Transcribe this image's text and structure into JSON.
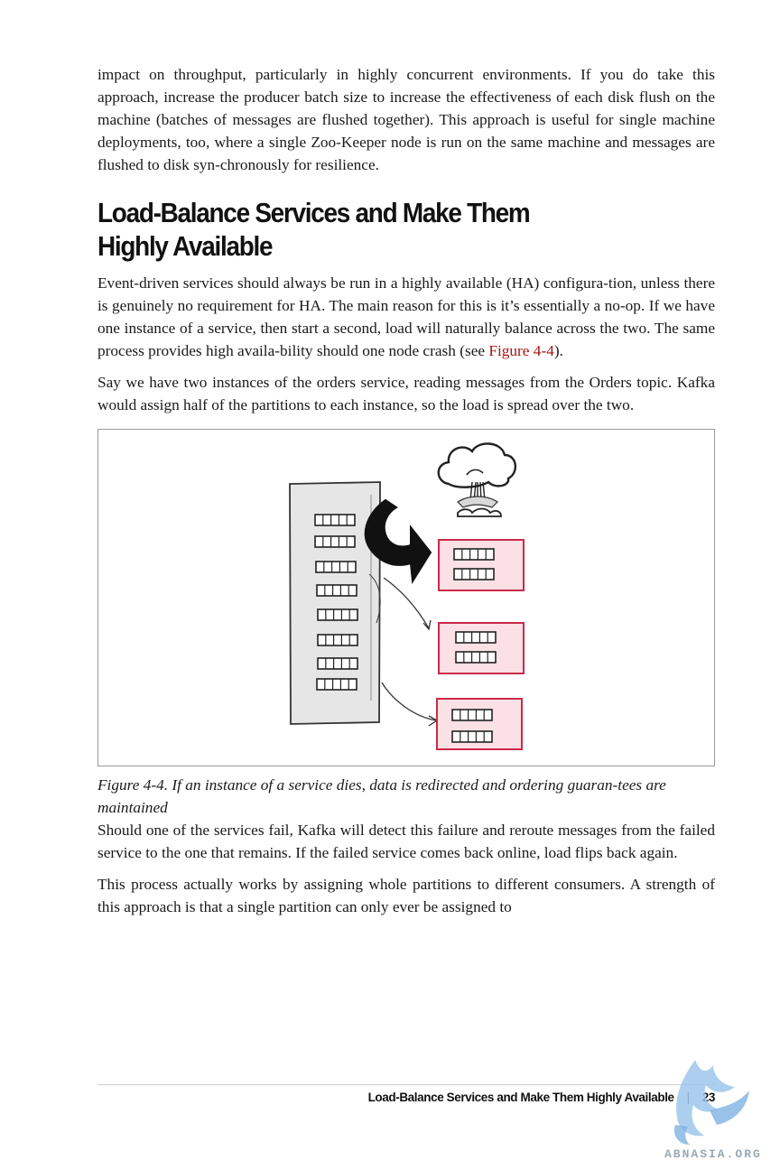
{
  "paragraphs": {
    "intro": "impact on throughput, particularly in highly concurrent environments. If you do take this approach, increase the producer batch size to increase the effectiveness of each disk flush on the machine (batches of messages are flushed together). This approach is useful for single machine deployments, too, where a single Zoo-Keeper node is run on the same machine and messages are flushed to disk syn-chronously for resilience.",
    "p1_text": "Event-driven services should always be run in a highly available (HA) configura-tion, unless there is genuinely no requirement for HA. The main reason for this is it’s essentially a no-op. If we have one instance of a service, then start a second, load will naturally balance across the two. The same process provides high availa-bility should one node crash (see ",
    "p1_link": "Figure 4-4",
    "p1_end": ").",
    "p2": "Say we have two instances of the orders service, reading messages from the Orders topic. Kafka would assign half of the partitions to each instance, so the load is spread over the two.",
    "p3": "Should one of the services fail, Kafka will detect this failure and reroute messages from the failed service to the one that remains. If the failed service comes back online, load flips back again.",
    "p4": "This process actually works by assigning whole partitions to different consumers. A strength of this approach is that a single partition can only ever be assigned to"
  },
  "section": {
    "title": "Load-Balance Services and Make Them Highly Available"
  },
  "figure": {
    "caption": "Figure 4-4. If an instance of a service dies, data is redirected and ordering guaran-tees are maintained",
    "icons": [
      "cloud-explosion-icon",
      "curved-arrow-icon",
      "partition-icon"
    ],
    "colors": {
      "topic_fill": "#e6e6e6",
      "service_fill": "#fbe0e6",
      "service_border": "#cc2a4a"
    }
  },
  "footer": {
    "running_head": "Load-Balance Services and Make Them Highly Available",
    "separator": "|",
    "page_number": "23"
  },
  "watermark": {
    "text": "ABNASIA.ORG"
  }
}
